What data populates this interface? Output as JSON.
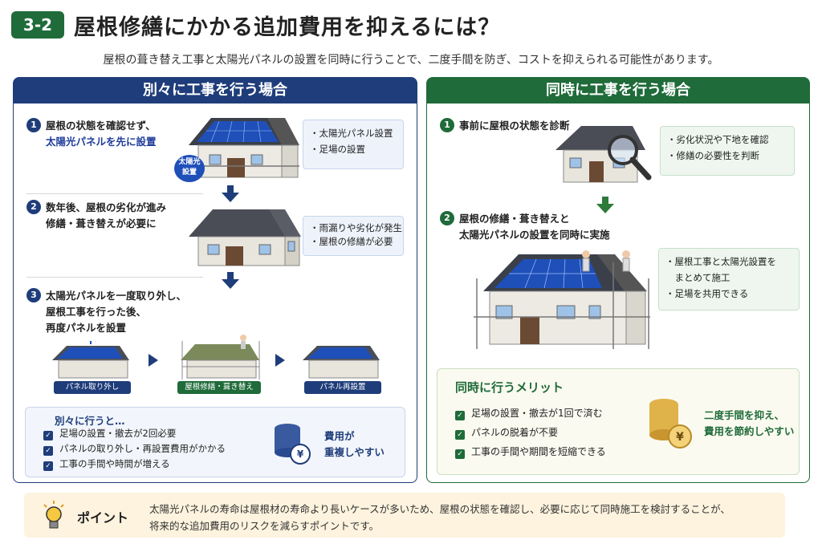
{
  "header": {
    "badge": "3-2",
    "title": "屋根修繕にかかる追加費用を抑えるには？",
    "subtitle": "屋根の葺き替え工事と太陽光パネルの設置を同時に行うことで、二度手間を防ぎ、コストを抑えられる可能性があります。"
  },
  "left": {
    "title": "別々に工事を行う場合",
    "step1": {
      "num": "1",
      "line1": "屋根の状態を確認せず、",
      "line2": "太陽光パネルを先に設置",
      "badge_line1": "太陽光",
      "badge_line2": "設置",
      "notes": [
        "・太陽光パネル設置",
        "・足場の設置"
      ]
    },
    "step2": {
      "num": "2",
      "line1": "数年後、屋根の劣化が進み",
      "line2": "修繕・葺き替えが必要に",
      "notes": [
        "・雨漏りや劣化が発生",
        "・屋根の修繕が必要"
      ]
    },
    "step3": {
      "num": "3",
      "line1": "太陽光パネルを一度取り外し、",
      "line2": "屋根工事を行った後、",
      "line3": "再度パネルを設置"
    },
    "process": [
      "パネル取り外し",
      "屋根修繕・葺き替え",
      "パネル再設置"
    ],
    "summary": {
      "title": "別々に行うと…",
      "items": [
        "足場の設置・撤去が2回必要",
        "パネルの取り外し・再設置費用がかかる",
        "工事の手間や時間が増える"
      ],
      "coin_line1": "費用が",
      "coin_line2": "重複しやすい"
    }
  },
  "right": {
    "title": "同時に工事を行う場合",
    "step1": {
      "num": "1",
      "line1": "事前に屋根の状態を診断",
      "notes": [
        "・劣化状況や下地を確認",
        "・修繕の必要性を判断"
      ]
    },
    "step2": {
      "num": "2",
      "line1": "屋根の修繕・葺き替えと",
      "line2": "太陽光パネルの設置を同時に実施",
      "notes": [
        "・屋根工事と太陽光設置を",
        "　まとめて施工",
        "・足場を共用できる"
      ]
    },
    "merit": {
      "title": "同時に行うメリット",
      "items": [
        "足場の設置・撤去が1回で済む",
        "パネルの脱着が不要",
        "工事の手間や期間を短縮できる"
      ],
      "coin_line1": "二度手間を抑え、",
      "coin_line2": "費用を節約しやすい"
    }
  },
  "point": {
    "label": "ポイント",
    "line1": "太陽光パネルの寿命は屋根材の寿命より長いケースが多いため、屋根の状態を確認し、必要に応じて同時施工を検討することが、",
    "line2": "将来的な追加費用のリスクを減らすポイントです。"
  },
  "icons": {
    "check": "checkmark-icon",
    "coin": "coin-yen-icon",
    "bulb": "lightbulb-icon",
    "magnifier": "magnifier-icon"
  },
  "colors": {
    "navy": "#1f3d7a",
    "green": "#1f6b3a",
    "point_bg": "#fdf3de"
  }
}
